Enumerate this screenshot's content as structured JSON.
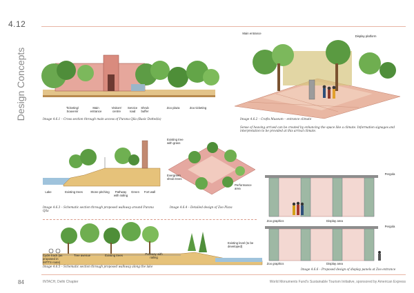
{
  "header": {
    "section_number": "4.12",
    "side_title": "Design Concepts"
  },
  "figure1": {
    "labels": [
      "Ticketing/ Souvenir",
      "Main entrance",
      "Visitors' centre",
      "Service road",
      "Shrub buffer",
      "Zoo plaza",
      "Zoo ticketing"
    ],
    "caption": "Image 4.6.1 – Cross section through main access of Purana Qila (Basic Dotted/a)"
  },
  "figure2": {
    "labels": {
      "main_entrance": "Main entrance",
      "display_platform": "Display platform"
    },
    "caption": "Image 4.6.2 – Crafts Museum – entrance climate",
    "note": "Sense of heaving arrived can be created by enhancing the space like a climate. Information signages and interpretation to be provided at this arrival climate."
  },
  "figure3": {
    "labels": [
      "Lake",
      "Existing trees",
      "Stone pitching",
      "Pathway with railing",
      "Green",
      "Fort wall"
    ],
    "caption": "Image 4.6.3 – Schematic section through proposed walkway around Purana Qila"
  },
  "figure4": {
    "labels": {
      "top_left": "Existing tree with grass",
      "left": "Evergreen shrub trees",
      "right": "Performance area"
    },
    "caption": "Image 4.6.4 – Detailed design of Zoo Plaza"
  },
  "figure5": {
    "labels": {
      "pergola": "Pergola",
      "zoo_graphics": "Zoo graphics",
      "display_area": "Display area"
    },
    "caption": "Image 4.6.6 – Proposed design of display panels at Zoo entrance"
  },
  "figure6": {
    "labels": {
      "cycle_track": "Cycle track (as proposed in IMTTS route)",
      "tree_avenue": "Tree avenue",
      "existing_trees": "Existing trees",
      "pathway": "Pathway with railing",
      "existing_level": "Existing level (to be developed)"
    },
    "caption": "Image 4.6.5 – Schematic section through proposed walkway along the lake"
  },
  "footer": {
    "page_number": "84",
    "left": "INTACH, Delhi Chapter",
    "right": "World Monuments Fund's Sustainable Tourism Initiative, sponsored by American Express"
  }
}
